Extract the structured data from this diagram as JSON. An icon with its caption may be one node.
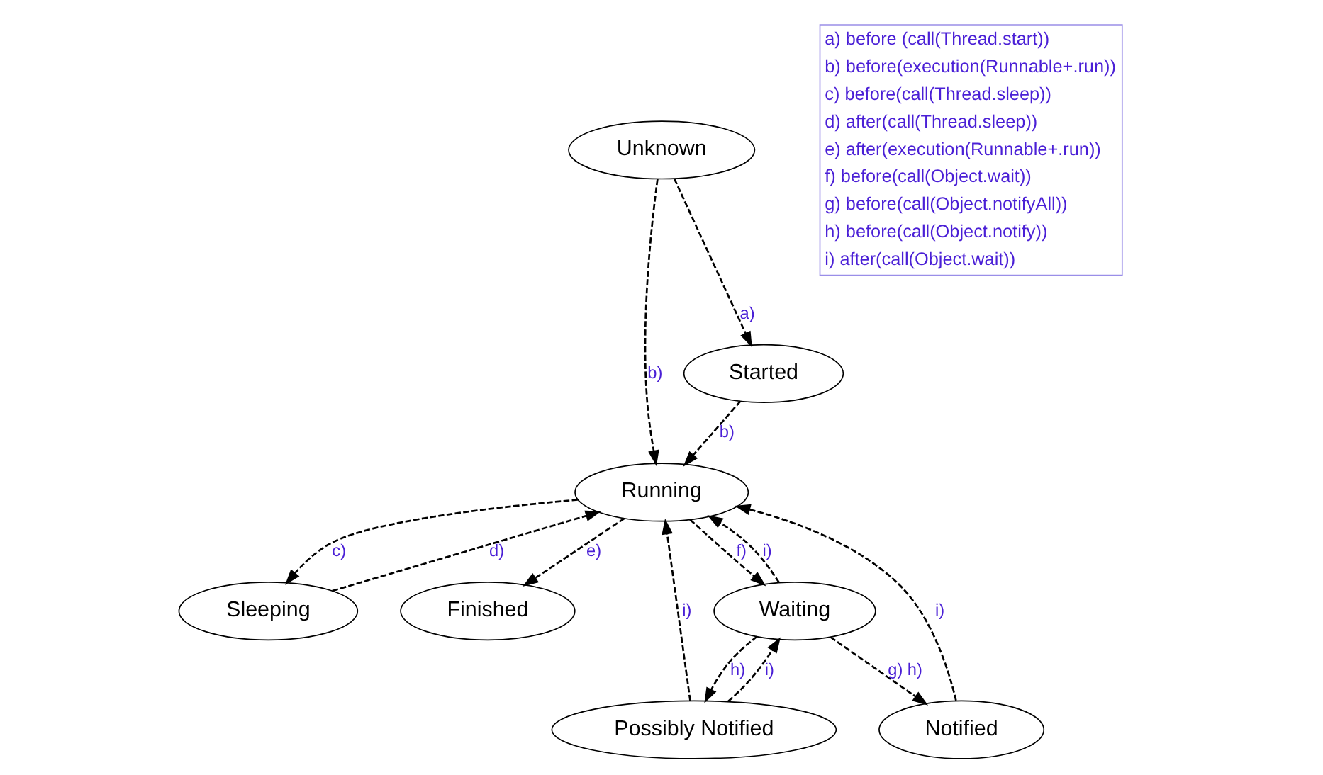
{
  "diagram": {
    "nodes": [
      {
        "text": [
          "Unknown"
        ]
      },
      {
        "text": [
          "Started"
        ]
      },
      {
        "text": [
          "Running"
        ]
      },
      {
        "text": [
          "Sleeping"
        ]
      },
      {
        "text": [
          "Finished"
        ]
      },
      {
        "text": [
          "Waiting"
        ]
      },
      {
        "text": [
          "Notified"
        ]
      },
      {
        "text": [
          "Possibly Notified"
        ]
      }
    ],
    "edges": [
      {
        "from": 0,
        "to": 1,
        "arrow": "to",
        "label": "a)",
        "style": "dashed"
      },
      {
        "from": 0,
        "to": 2,
        "arrow": "to",
        "label": "b)",
        "style": "dashed"
      },
      {
        "from": 1,
        "to": 2,
        "arrow": "to",
        "label": "b)",
        "style": "dashed"
      },
      {
        "from": 2,
        "to": 3,
        "arrow": "to",
        "label": "c)",
        "style": "dashed"
      },
      {
        "from": 3,
        "to": 2,
        "arrow": "to",
        "label": "d)",
        "style": "dashed"
      },
      {
        "from": 2,
        "to": 4,
        "arrow": "to",
        "label": "e)",
        "style": "dashed"
      },
      {
        "from": 2,
        "to": 5,
        "arrow": "to",
        "label": "f)",
        "style": "dashed"
      },
      {
        "from": 5,
        "to": 2,
        "arrow": "to",
        "label": "i)",
        "style": "dashed"
      },
      {
        "from": 5,
        "to": 6,
        "arrow": "to",
        "label": "g) h)",
        "style": "dashed"
      },
      {
        "from": 5,
        "to": 7,
        "arrow": "to",
        "label": "h)",
        "style": "dashed"
      },
      {
        "from": 7,
        "to": 5,
        "arrow": "to",
        "label": "i)",
        "style": "dashed"
      },
      {
        "from": 6,
        "to": 2,
        "arrow": "to",
        "label": "i)",
        "style": "dashed"
      },
      {
        "from": 7,
        "to": 2,
        "arrow": "to",
        "label": "i)",
        "style": "dashed"
      }
    ],
    "labels": [
      "a) before (call(Thread.start))",
      "b) before(execution(Runnable+.run))",
      "c) before(call(Thread.sleep))",
      "d) after(call(Thread.sleep))",
      "e) after(execution(Runnable+.run))",
      "f) before(call(Object.wait))",
      "g) before(call(Object.notifyAll))",
      "h) before(call(Object.notify))",
      "i) after(call(Object.wait))"
    ]
  }
}
